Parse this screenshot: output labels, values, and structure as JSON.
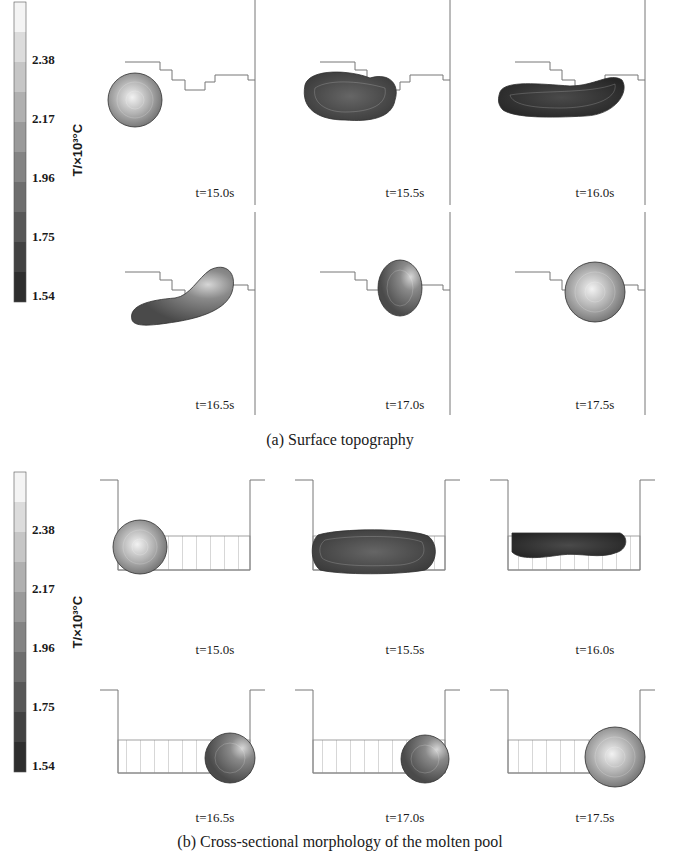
{
  "diagram": {
    "labels": [
      "2.38",
      "2.17",
      "1.96",
      "1.75",
      "1.54",
      "T/×10³°C",
      "t=15.0s",
      "t=15.5s",
      "t=16.0s",
      "t=16.5s",
      "t=17.0s",
      "t=17.5s",
      "(a) Surface topography",
      "2.38",
      "2.17",
      "1.96",
      "1.75",
      "1.54",
      "T/×10³°C",
      "t=15.0s",
      "t=15.5s",
      "t=16.0s",
      "t=16.5s",
      "t=17.0s",
      "t=17.5s",
      "(b) Cross-sectional morphology of the molten pool"
    ]
  }
}
